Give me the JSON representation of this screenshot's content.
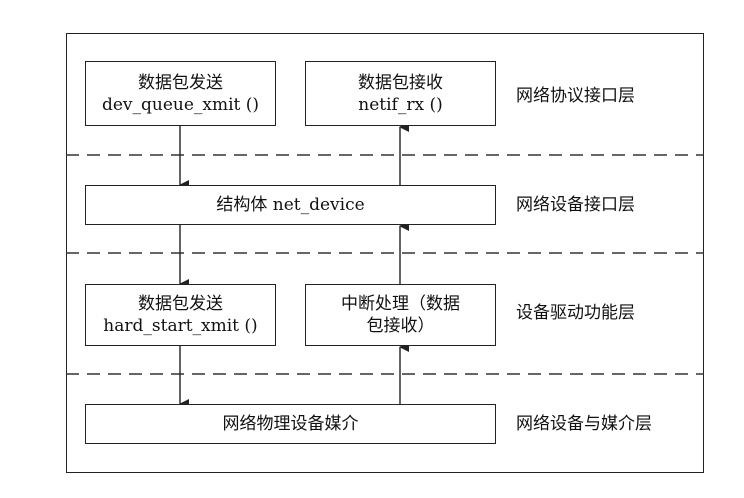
{
  "boxes": {
    "send_top": {
      "line1": "数据包发送",
      "line2": "dev_queue_xmit ()"
    },
    "recv_top": {
      "line1": "数据包接收",
      "line2": "netif_rx ()"
    },
    "net_device": {
      "line1": "结构体 net_device"
    },
    "send_driver": {
      "line1": "数据包发送",
      "line2": "hard_start_xmit ()"
    },
    "interrupt": {
      "line1": "中断处理（数据",
      "line2": "包接收）"
    },
    "medium": {
      "line1": "网络物理设备媒介"
    }
  },
  "layers": [
    "网络协议接口层",
    "网络设备接口层",
    "设备驱动功能层",
    "网络设备与媒介层"
  ]
}
